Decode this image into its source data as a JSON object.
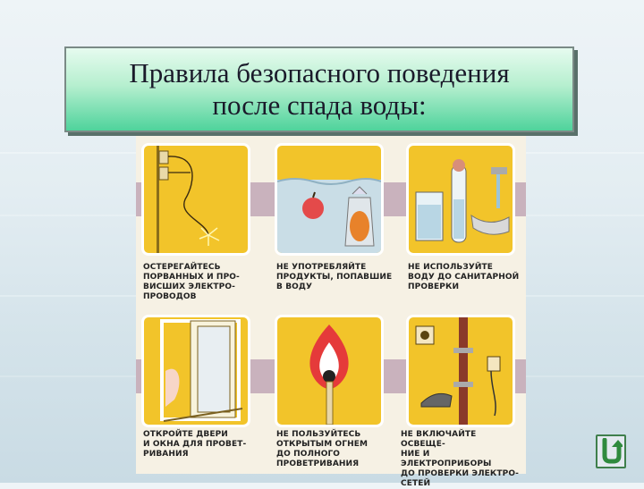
{
  "slide": {
    "title_line1": "Правила безопасного поведения",
    "title_line2": "после спада воды:"
  },
  "rules": [
    {
      "caption": "Остерегайтесь\nпорванных и про-\nвисших электро-\nпроводов",
      "icon": "broken-wire-icon"
    },
    {
      "caption": "Не употребляйте\nпродукты, попавшие\nв воду",
      "icon": "food-in-water-icon"
    },
    {
      "caption": "Не используйте\nводу до санитарной\nпроверки",
      "icon": "water-glass-icon"
    },
    {
      "caption": "Откройте двери\nи окна для провет-\nривания",
      "icon": "open-window-icon"
    },
    {
      "caption": "Не пользуйтесь\nоткрытым огнем\nдо полного\nпроветривания",
      "icon": "match-flame-icon"
    },
    {
      "caption": "Не включайте освеще-\nние и электроприборы\nдо проверки электро-\nсетей",
      "icon": "electric-appliance-icon"
    }
  ],
  "navigation": {
    "back_icon": "return-arrow-icon"
  },
  "colors": {
    "panel": "#f2c42a",
    "title_gradient_bottom": "#4fd39c",
    "button_border": "#3f7f4c"
  }
}
